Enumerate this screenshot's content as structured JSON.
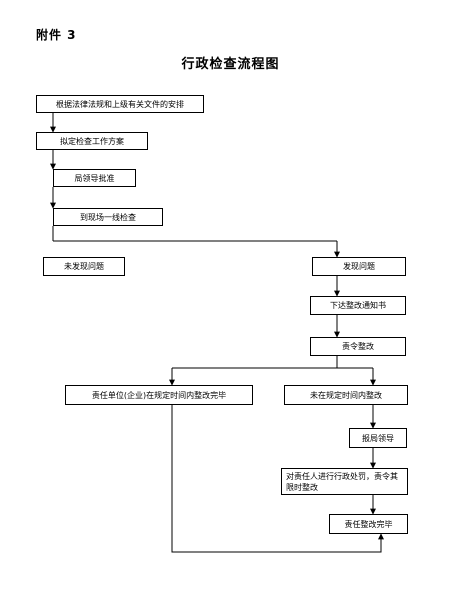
{
  "document": {
    "attachment_label": "附件 3",
    "title": "行政检查流程图"
  },
  "flow": {
    "step_basis": "根据法律法规和上级有关文件的安排",
    "step_plan": "拟定检查工作方案",
    "step_approve": "局领导批准",
    "step_inspect": "到现场一线检查",
    "result_none": "未发现问题",
    "result_found": "发现问题",
    "step_notice": "下达整改通知书",
    "step_order": "责令整改",
    "branch_completed": "责任单位(企业)在规定时间内整改完毕",
    "branch_not_completed": "未在规定时间内整改",
    "step_report": "报局领导",
    "step_penalty": "对责任人进行行政处罚，责令其限时整改",
    "step_done": "责任整改完毕"
  }
}
